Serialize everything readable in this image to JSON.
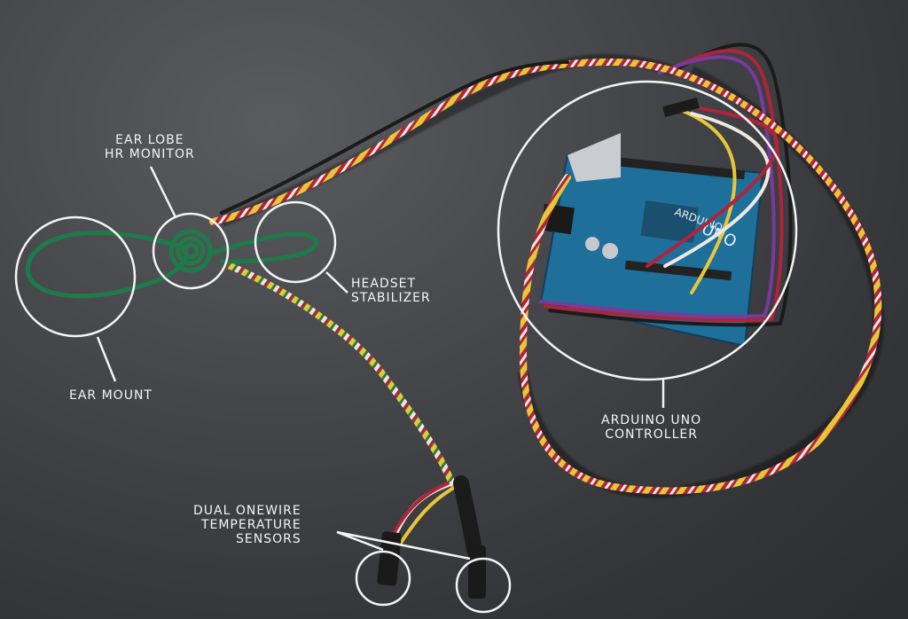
{
  "annotations": {
    "ear_lobe_monitor": {
      "line1": "EAR LOBE",
      "line2": "HR MONITOR"
    },
    "headset_stabilizer": {
      "line1": "HEADSET",
      "line2": "STABILIZER"
    },
    "ear_mount": {
      "line1": "EAR MOUNT"
    },
    "arduino_controller": {
      "line1": "ARDUINO UNO",
      "line2": "CONTROLLER"
    },
    "temperature_sensors": {
      "line1": "DUAL ONEWIRE",
      "line2": "TEMPERATURE",
      "line3": "SENSORS"
    }
  },
  "board_text": {
    "brand": "ARDUINO",
    "model": "UNO"
  },
  "colors": {
    "annotation": "#f4f4f4",
    "board": "#1f6f9b",
    "ear_wire": "#1f7a4a",
    "wire_red": "#b0243a",
    "wire_yellow": "#e7c73a",
    "wire_white": "#ece8df",
    "wire_black": "#1b1b1b",
    "wire_green": "#2f7a3c"
  }
}
